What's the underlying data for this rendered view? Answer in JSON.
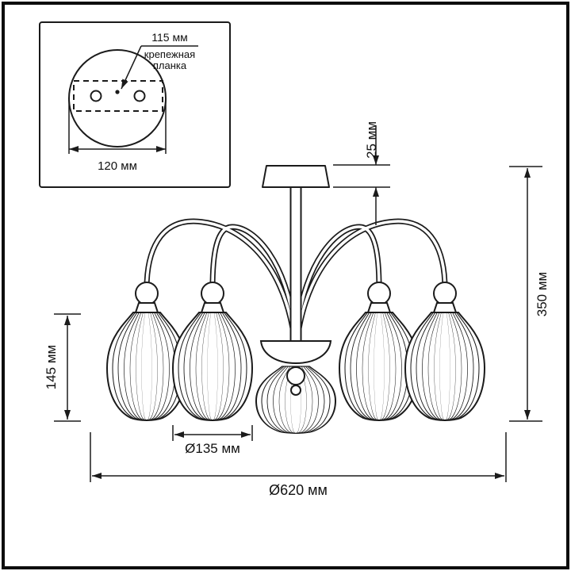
{
  "colors": {
    "ink": "#1b1b1b",
    "background": "#ffffff"
  },
  "inset": {
    "hole_spacing_label": "115 мм",
    "plate_label_line1": "крепежная",
    "plate_label_line2": "планка",
    "plate_width_label": "120 мм"
  },
  "dimensions": {
    "canopy_height": "25 мм",
    "overall_height": "350 мм",
    "shade_height": "145 мм",
    "shade_diameter": "Ø135 мм",
    "overall_diameter": "Ø620 мм"
  }
}
